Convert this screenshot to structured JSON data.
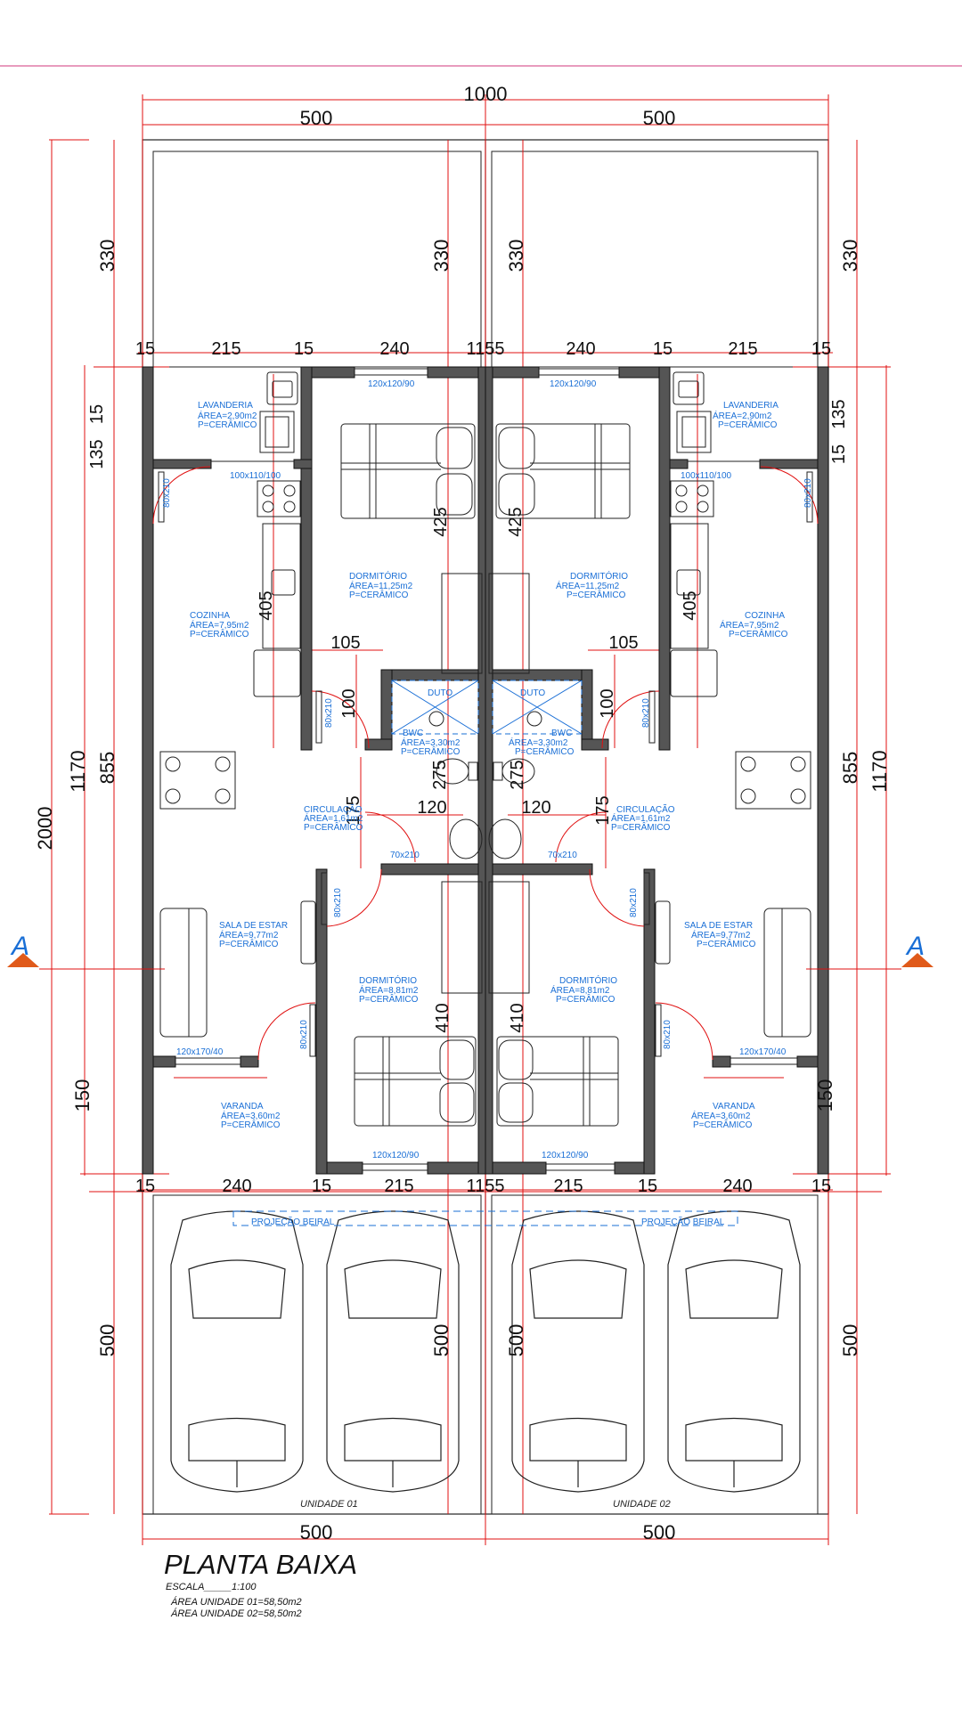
{
  "drawing": {
    "title": "PLANTA BAIXA",
    "scale": "ESCALA_____1:100",
    "area_unit_01": "ÁREA UNIDADE 01=58,50m2",
    "area_unit_02": "ÁREA UNIDADE 02=58,50m2",
    "unit_01_label": "UNIDADE 01",
    "unit_02_label": "UNIDADE 02",
    "section_marker": "A"
  },
  "dimensions": {
    "total_width": "1000",
    "half_width": "500",
    "front_yard": "330",
    "total_depth": "2000",
    "house_depth": "1170",
    "inner_depth": "855",
    "veranda_depth": "150",
    "parking_depth": "500",
    "wall": "15",
    "wall_pair": "1155",
    "lav_width": "215",
    "dorm_width": "240",
    "lav_depth": "135",
    "dorm_depth": "425",
    "kitchen_depth": "405",
    "hall_width": "105",
    "hall_depth": "100",
    "bath_depth": "275",
    "bath_width": "120",
    "circ_depth": "175",
    "dorm2_depth": "410"
  },
  "rooms": {
    "lavanderia": {
      "name": "LAVANDERIA",
      "area": "ÁREA=2,90m2",
      "floor": "P=CERÂMICO"
    },
    "dormitorio1": {
      "name": "DORMITÓRIO",
      "area": "ÁREA=11,25m2",
      "floor": "P=CERÂMICO"
    },
    "cozinha": {
      "name": "COZINHA",
      "area": "ÁREA=7,95m2",
      "floor": "P=CERÂMICO"
    },
    "bwc": {
      "name": "BWC",
      "area": "ÁREA=3,30m2",
      "floor": "P=CERÂMICO"
    },
    "circulacao": {
      "name": "CIRCULAÇÃO",
      "area": "ÁREA=1,61m2",
      "floor": "P=CERÂMICO"
    },
    "sala": {
      "name": "SALA DE ESTAR",
      "area": "ÁREA=9,77m2",
      "floor": "P=CERÂMICO"
    },
    "dormitorio2": {
      "name": "DORMITÓRIO",
      "area": "ÁREA=8,81m2",
      "floor": "P=CERÂMICO"
    },
    "varanda": {
      "name": "VARANDA",
      "area": "ÁREA=3,60m2",
      "floor": "P=CERÂMICO"
    }
  },
  "openings": {
    "window_dorm": "120x120/90",
    "window_lav": "100x110/100",
    "window_sala": "120x170/40",
    "door_80": "80x210",
    "door_70": "70x210",
    "duto": "DUTO",
    "projecao": "PROJEÇÃO BEIRAL"
  },
  "colors": {
    "dimension_line": "#e01010",
    "annotation": "#1a6fd6",
    "wall_fill": "#555555",
    "line": "#222222"
  }
}
